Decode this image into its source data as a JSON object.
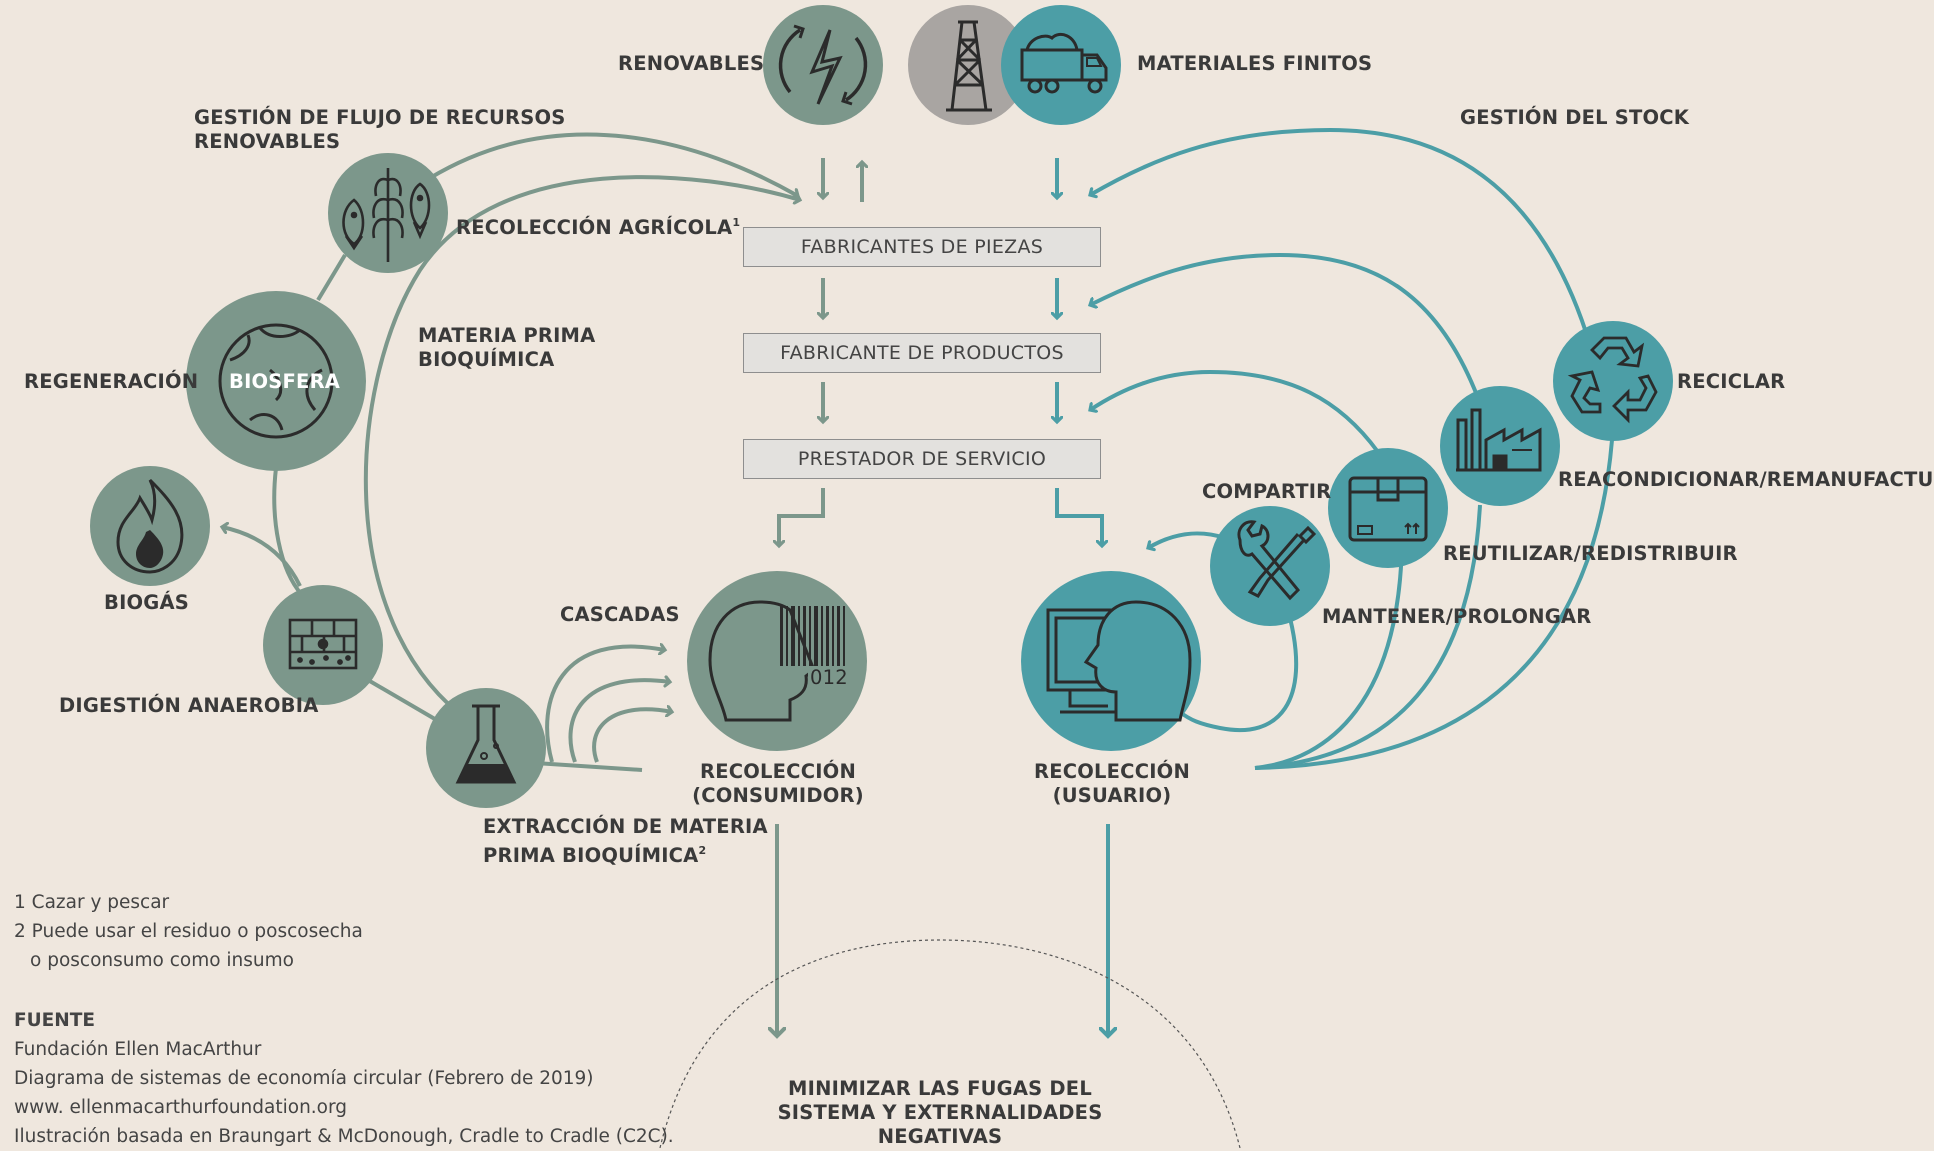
{
  "colors": {
    "background": "#efe7de",
    "bio_green": "#7c978b",
    "tech_teal": "#4c9ea6",
    "gray": "#a9a5a2",
    "box_fill": "#e3e1de"
  },
  "top": {
    "renewables": "RENOVABLES",
    "finite_materials": "MATERIALES FINITOS",
    "flow_management_line1": "GESTIÓN DE FLUJO DE RECURSOS",
    "flow_management_line2": "RENOVABLES",
    "stock_management": "GESTIÓN DEL STOCK"
  },
  "boxes": {
    "parts_manufacturers": "FABRICANTES DE PIEZAS",
    "product_manufacturer": "FABRICANTE DE PRODUCTOS",
    "service_provider": "PRESTADOR DE SERVICIO"
  },
  "biological": {
    "agricultural_collection": "RECOLECCIÓN AGRÍCOLA",
    "agricultural_collection_sup": "1",
    "biochemical_raw_material_line1": "MATERIA PRIMA",
    "biochemical_raw_material_line2": "BIOQUÍMICA",
    "regeneration": "REGENERACIÓN",
    "biosphere": "BIOSFERA",
    "biogas": "BIOGÁS",
    "anaerobic_digestion": "DIGESTIÓN ANAEROBIA",
    "cascades": "CASCADAS",
    "extraction_line1": "EXTRACCIÓN DE MATERIA",
    "extraction_line2": "PRIMA BIOQUÍMICA",
    "extraction_sup": "2",
    "consumer_collection_line1": "RECOLECCIÓN",
    "consumer_collection_line2": "(CONSUMIDOR)",
    "barcode_number": "012"
  },
  "technical": {
    "recycle": "RECICLAR",
    "refurbish": "REACONDICIONAR/REMANUFACTURAR",
    "reuse": "REUTILIZAR/REDISTRIBUIR",
    "share": "COMPARTIR",
    "maintain": "MANTENER/PROLONGAR",
    "user_collection_line1": "RECOLECCIÓN",
    "user_collection_line2": "(USUARIO)"
  },
  "bottom": {
    "leakage_line1": "MINIMIZAR LAS FUGAS DEL",
    "leakage_line2": "SISTEMA Y EXTERNALIDADES",
    "leakage_line3": "NEGATIVAS"
  },
  "notes": {
    "note1": "1 Cazar y pescar",
    "note2_line1": "2 Puede usar el residuo o poscosecha",
    "note2_line2": "o posconsumo como insumo",
    "source_heading": "FUENTE",
    "source1": "Fundación Ellen MacArthur",
    "source2": "Diagrama de sistemas de economía circular (Febrero de 2019)",
    "source3": "www. ellenmacarthurfoundation.org",
    "source4": "Ilustración basada en Braungart & McDonough, Cradle to Cradle (C2C)."
  }
}
